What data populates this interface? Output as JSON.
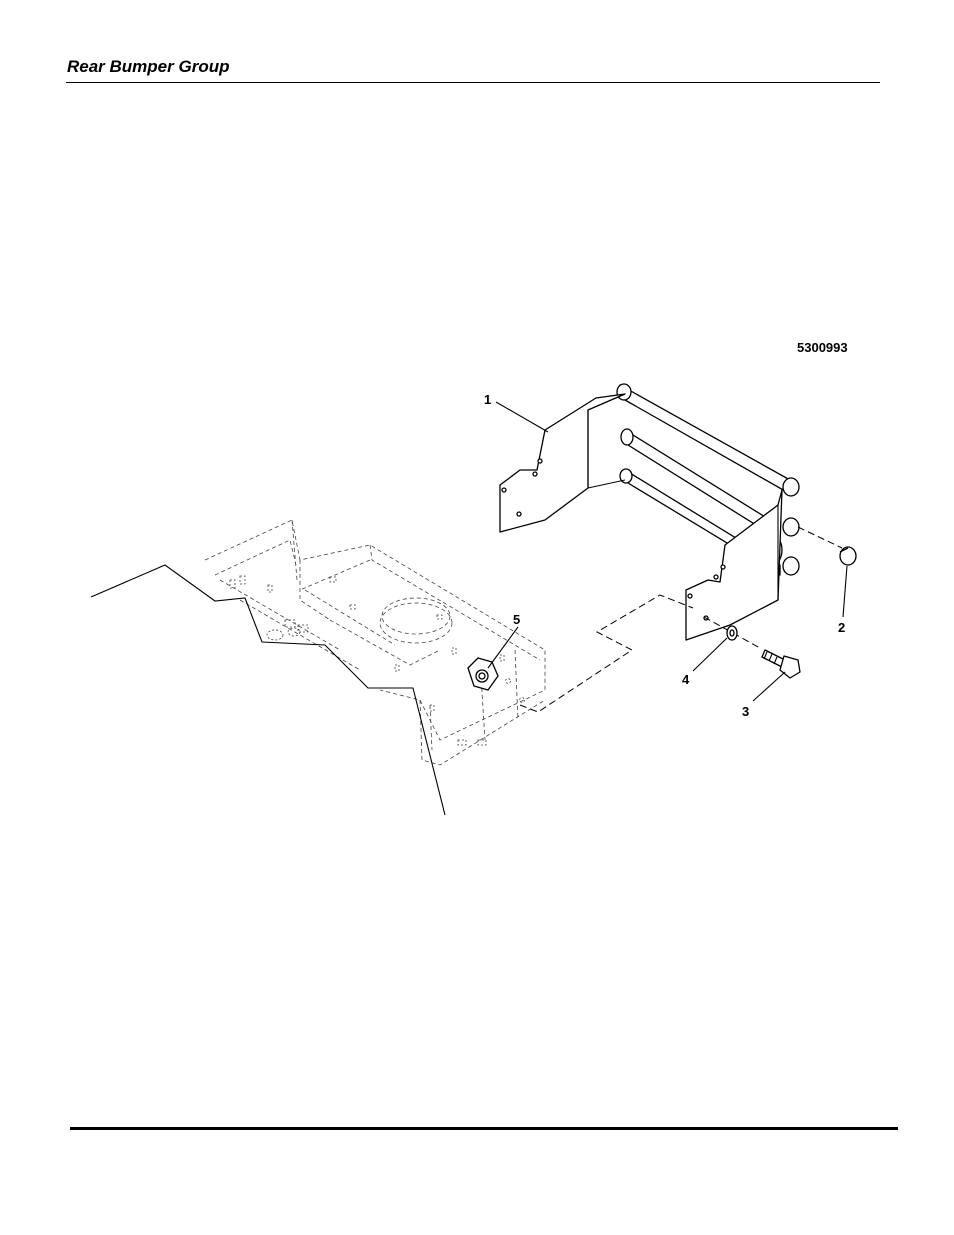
{
  "header": {
    "title": "Rear Bumper Group"
  },
  "diagram": {
    "drawing_number": "5300993",
    "callouts": [
      "1",
      "2",
      "3",
      "4",
      "5"
    ]
  }
}
